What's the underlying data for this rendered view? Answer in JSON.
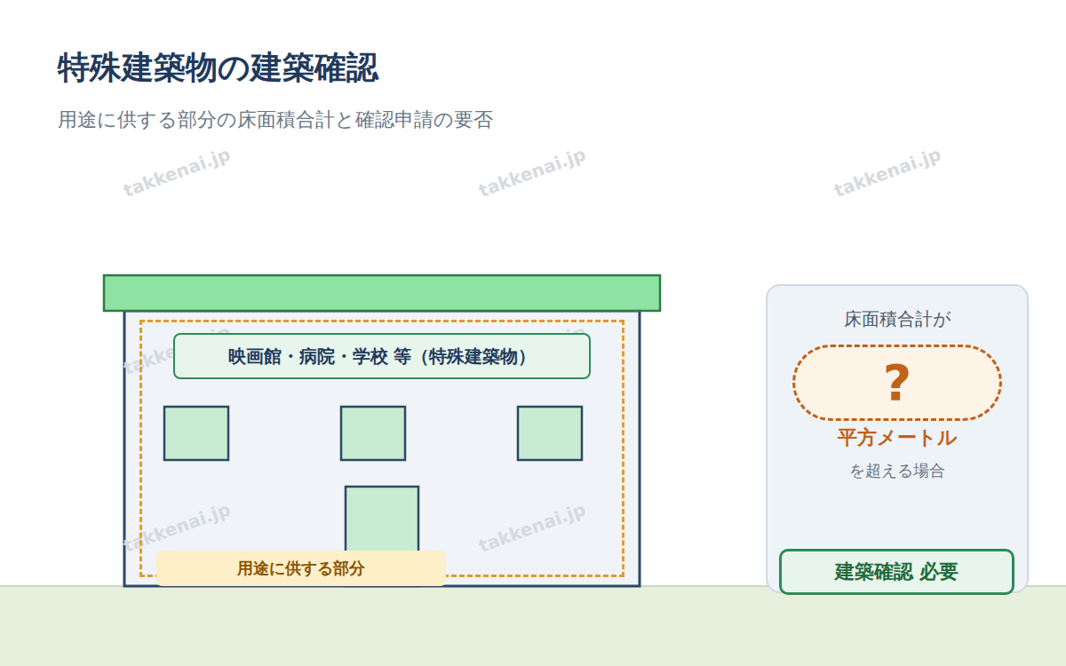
{
  "diagram": {
    "title": "特殊建築物の建築確認",
    "nodes": [
      {
        "text": [
          "用途に供する部分"
        ]
      },
      {
        "text": [
          "映画館・病院・学校 等（特殊建築物）"
        ],
        "in": 0
      },
      {
        "text": [
          "床面積合計が",
          "平方メートル",
          "を超える場合"
        ]
      },
      {
        "text": [
          "?"
        ],
        "in": 2
      },
      {
        "text": [
          "建築確認 必要"
        ],
        "in": 2
      }
    ],
    "edges": [
      {
        "from": 0,
        "to": 2,
        "arrow": "to"
      }
    ],
    "labels": [
      "用途に供する部分の床面積合計と確認申請の要否",
      "takkenai.jp",
      "takkenai.jp",
      "takkenai.jp",
      "takkenai.jp",
      "takkenai.jp",
      "takkenai.jp",
      "takkenai.jp",
      "takkenai.jp",
      "takkenai.jp"
    ]
  }
}
